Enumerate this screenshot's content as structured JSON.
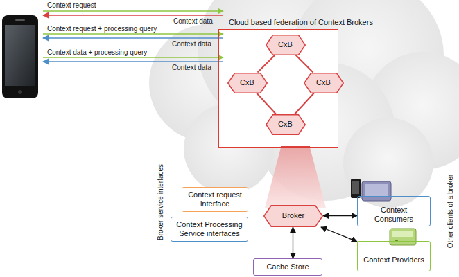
{
  "diagram": {
    "nodes": [
      {
        "text": [
          "Cloud based federation of Context Brokers"
        ]
      },
      {
        "text": [
          "CxB"
        ],
        "in": 0
      },
      {
        "text": [
          "CxB"
        ],
        "in": 0
      },
      {
        "text": [
          "CxB"
        ],
        "in": 0
      },
      {
        "text": [
          "CxB"
        ],
        "in": 0
      },
      {
        "text": [
          "Context request interface"
        ]
      },
      {
        "text": [
          "Broker"
        ]
      },
      {
        "text": [
          "Context Consumers"
        ]
      },
      {
        "text": [
          "Context Processing Service interfaces"
        ]
      },
      {
        "text": [
          "Cache Store"
        ]
      },
      {
        "text": [
          "Context Providers"
        ]
      }
    ],
    "edges": [
      {
        "from": 1,
        "to": 2,
        "arrow": "none"
      },
      {
        "from": 1,
        "to": 3,
        "arrow": "none"
      },
      {
        "from": 2,
        "to": 4,
        "arrow": "none"
      },
      {
        "from": 3,
        "to": 4,
        "arrow": "none"
      },
      {
        "from": 6,
        "to": 7,
        "arrow": "both"
      },
      {
        "from": 6,
        "to": 9,
        "arrow": "both"
      },
      {
        "from": 6,
        "to": 10,
        "arrow": "both"
      }
    ],
    "labels": [
      "Context request",
      "Context data",
      "Context request + processing query",
      "Context data",
      "Context data + processing query",
      "Context data",
      "Broker service interfaces",
      "Other clients of a broker"
    ]
  }
}
